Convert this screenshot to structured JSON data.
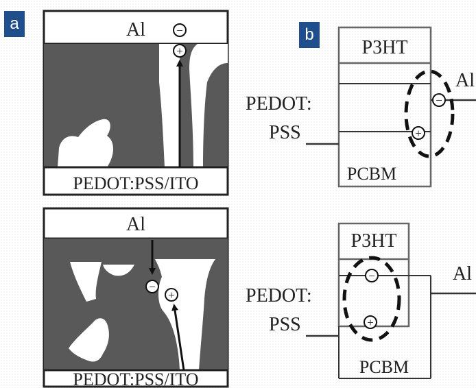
{
  "panel_a": {
    "label": "a",
    "top": {
      "electrode_top": "Al",
      "electrode_bottom": "PEDOT:PSS/ITO"
    },
    "bottom": {
      "electrode_top": "Al",
      "electrode_bottom": "PEDOT:PSS/ITO"
    }
  },
  "panel_b": {
    "label": "b",
    "top": {
      "layer_top": "P3HT",
      "layer_bottom": "PCBM",
      "left_label_1": "PEDOT:",
      "left_label_2": "PSS",
      "right_label": "Al"
    },
    "bottom": {
      "layer_top": "P3HT",
      "layer_bottom": "PCBM",
      "left_label_1": "PEDOT:",
      "left_label_2": "PSS",
      "right_label": "Al"
    }
  },
  "symbols": {
    "minus": "−",
    "plus": "+"
  },
  "colors": {
    "badge": "#1f4e8c",
    "phase_dark": "#595959",
    "outline": "#222222",
    "box_outline": "#666666"
  }
}
